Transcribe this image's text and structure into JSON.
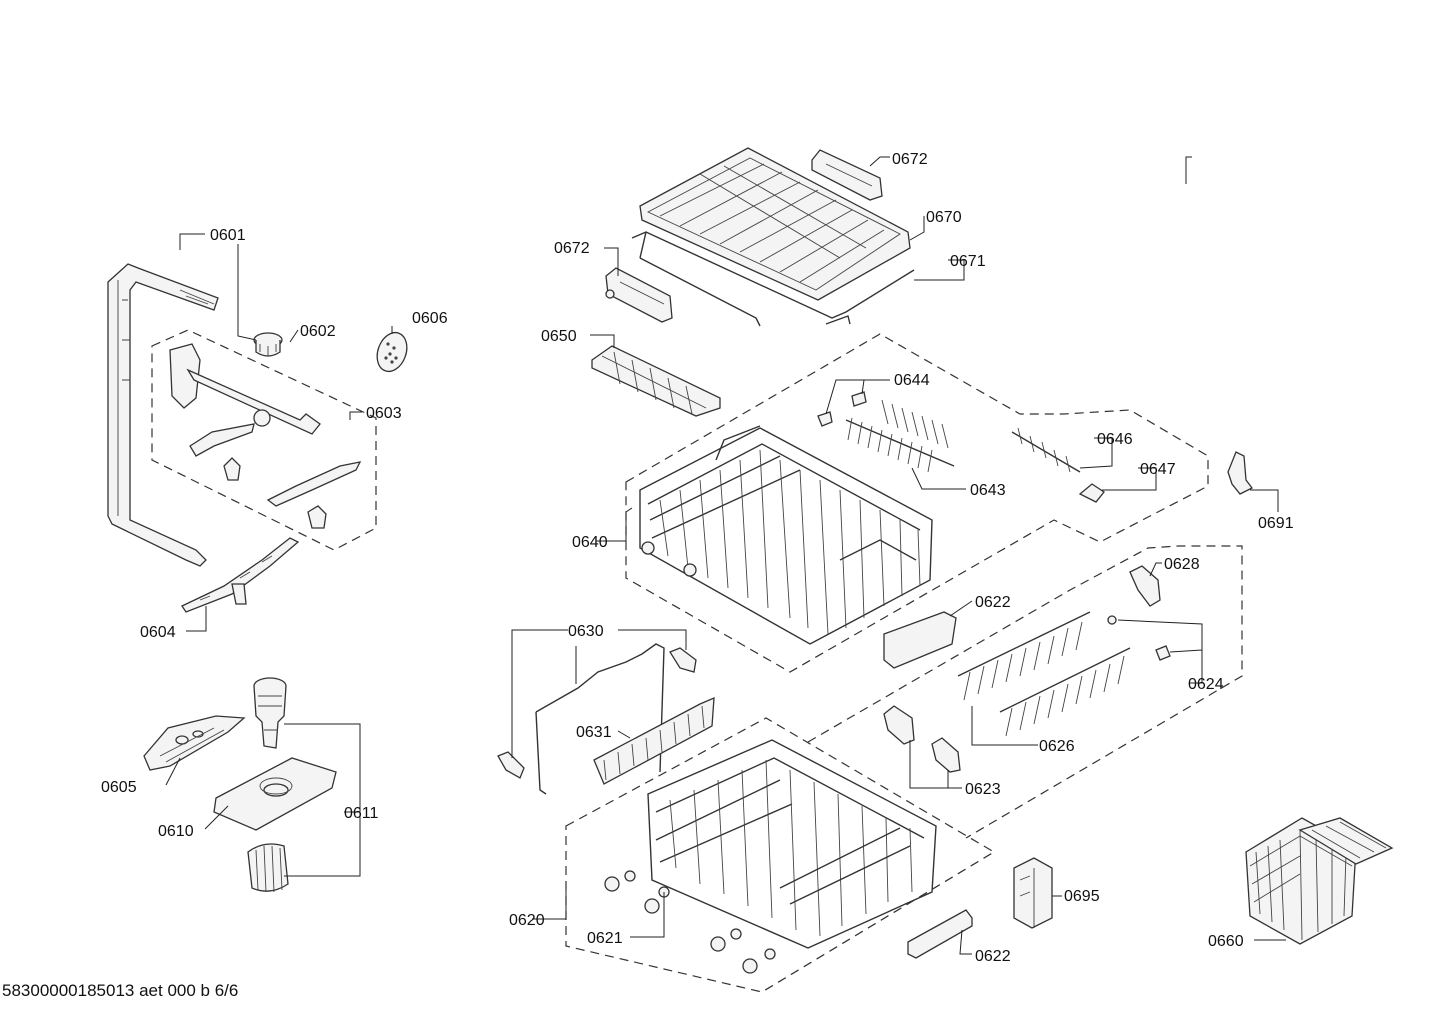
{
  "diagram": {
    "labels": {
      "p0601": "0601",
      "p0602": "0602",
      "p0603": "0603",
      "p0604": "0604",
      "p0605": "0605",
      "p0606": "0606",
      "p0610": "0610",
      "p0611": "0611",
      "p0620": "0620",
      "p0621": "0621",
      "p0622a": "0622",
      "p0622b": "0622",
      "p0623": "0623",
      "p0624": "0624",
      "p0626": "0626",
      "p0628": "0628",
      "p0630": "0630",
      "p0631": "0631",
      "p0640": "0640",
      "p0643": "0643",
      "p0644": "0644",
      "p0646": "0646",
      "p0647": "0647",
      "p0650": "0650",
      "p0660": "0660",
      "p0670": "0670",
      "p0671": "0671",
      "p0672a": "0672",
      "p0672b": "0672",
      "p0691": "0691",
      "p0695": "0695"
    },
    "footer": "58300000185013 aet 000 b 6/6"
  }
}
